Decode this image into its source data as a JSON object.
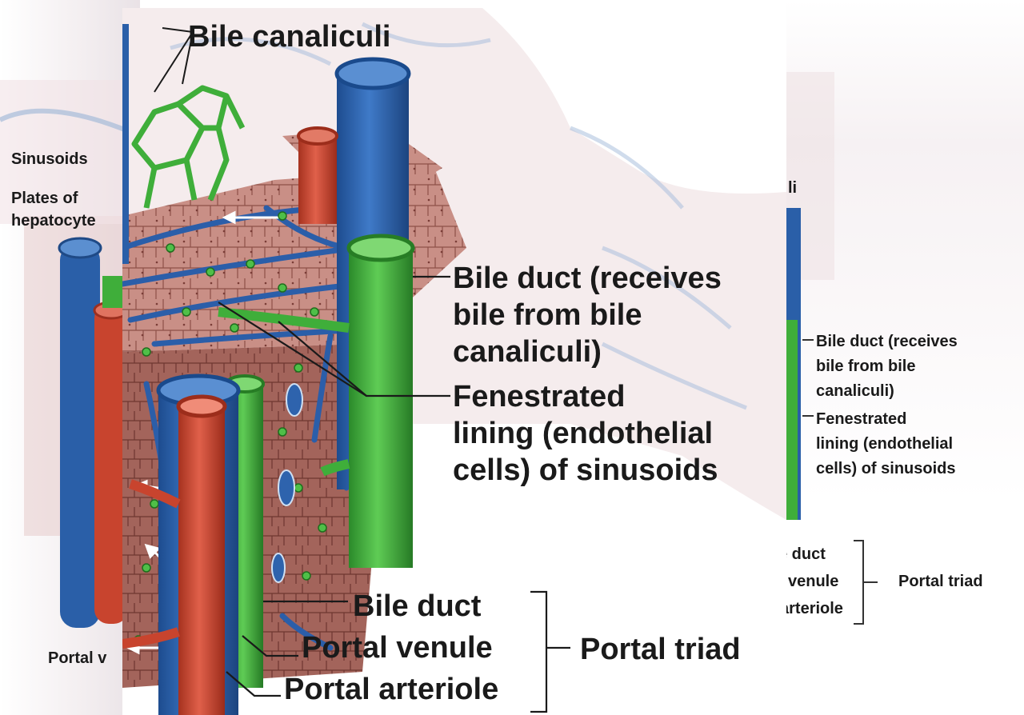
{
  "main": {
    "bile_canaliculi": "Bile canaliculi",
    "bile_duct_receives_lines": [
      "Bile duct (receives",
      "bile from bile",
      "canaliculi)"
    ],
    "fenestrated_lines": [
      "Fenestrated",
      "lining (endothelial",
      "cells) of sinusoids"
    ],
    "bile_duct": "Bile duct",
    "portal_venule": "Portal venule",
    "portal_arteriole": "Portal arteriole",
    "portal_triad": "Portal triad"
  },
  "left_ghost": {
    "sinusoids": "Sinusoids",
    "plates_lines": [
      "Plates of",
      "hepatocyte"
    ],
    "portal": "Portal v"
  },
  "right_ghost": {
    "canaliculi_fragment": "li",
    "bile_duct_receives_lines": [
      "Bile duct (receives",
      "bile from bile",
      "canaliculi)"
    ],
    "fenestrated_lines": [
      "Fenestrated",
      "lining (endothelial",
      "cells) of sinusoids"
    ],
    "triad_fragments": [
      "e duct",
      "venule",
      "arteriole"
    ],
    "portal_triad": "Portal triad"
  },
  "colors": {
    "vein_blue": "#2a5fa8",
    "artery_red": "#c8442e",
    "bile_green": "#3fae3a",
    "tissue_pink": "#c98a80"
  }
}
